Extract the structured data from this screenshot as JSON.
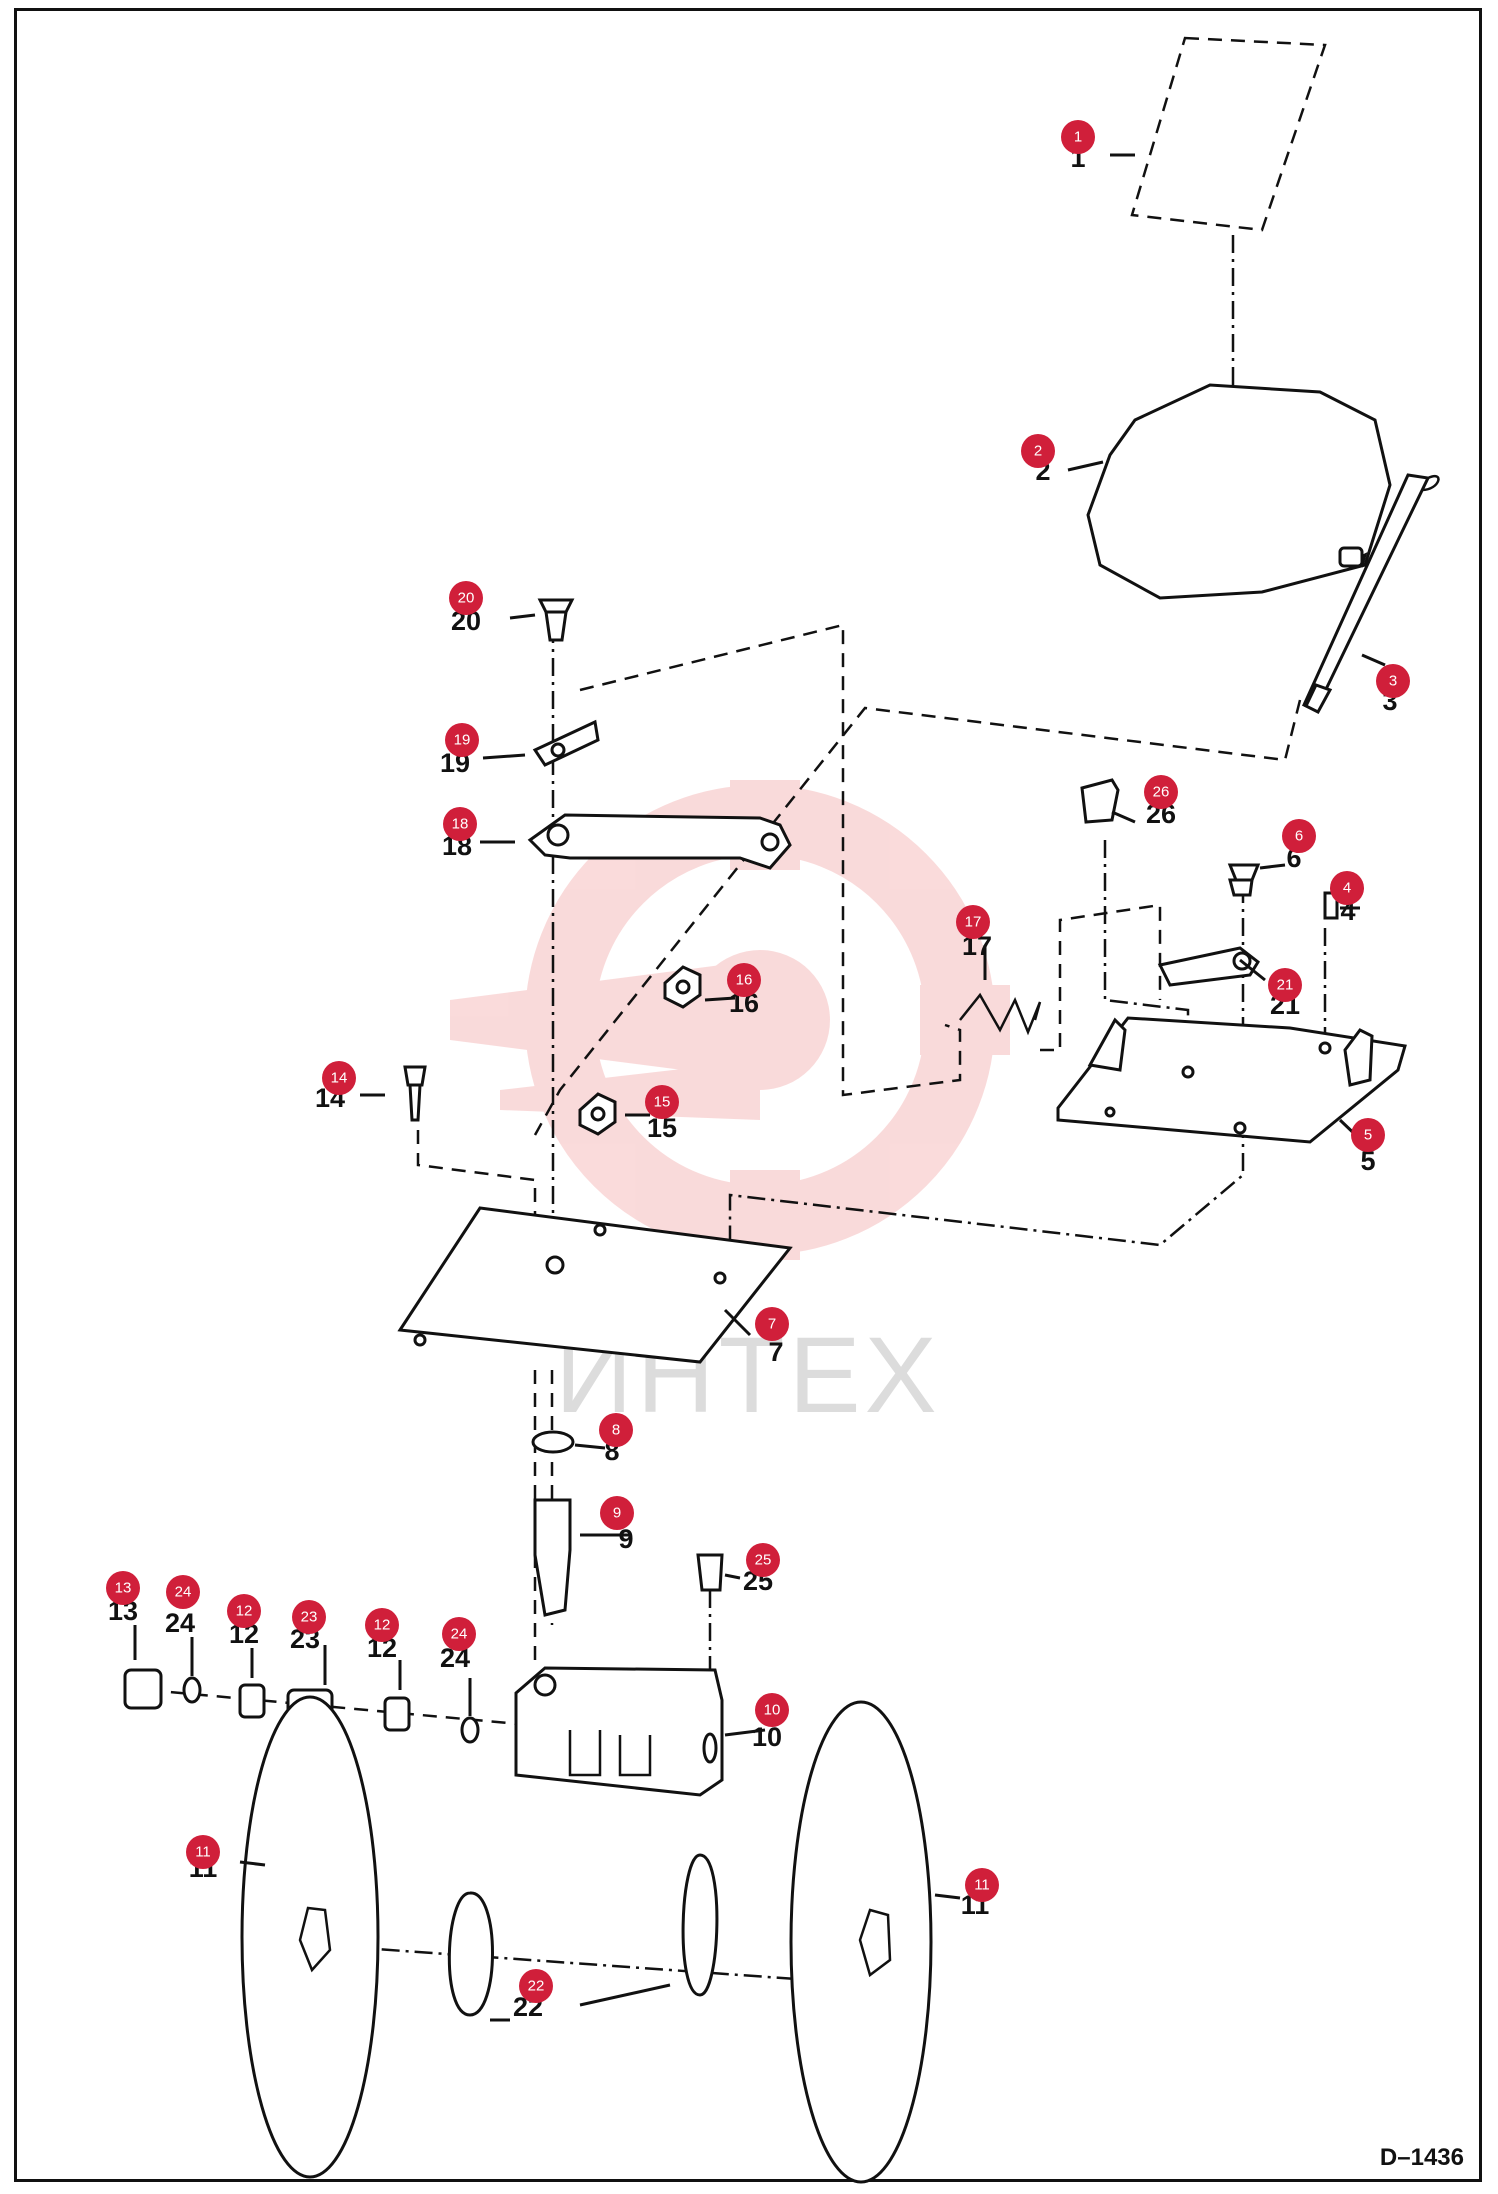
{
  "diagram": {
    "watermark": "ИНТЕХ",
    "code": "D–1436",
    "callouts": [
      {
        "id": "1"
      },
      {
        "id": "2"
      },
      {
        "id": "3"
      },
      {
        "id": "4"
      },
      {
        "id": "5"
      },
      {
        "id": "6"
      },
      {
        "id": "7"
      },
      {
        "id": "8"
      },
      {
        "id": "9"
      },
      {
        "id": "10"
      },
      {
        "id": "11a",
        "label": "11"
      },
      {
        "id": "11b",
        "label": "11"
      },
      {
        "id": "12a",
        "label": "12"
      },
      {
        "id": "12b",
        "label": "12"
      },
      {
        "id": "13"
      },
      {
        "id": "14"
      },
      {
        "id": "15"
      },
      {
        "id": "16"
      },
      {
        "id": "17"
      },
      {
        "id": "18"
      },
      {
        "id": "19"
      },
      {
        "id": "20"
      },
      {
        "id": "21"
      },
      {
        "id": "22"
      },
      {
        "id": "23"
      },
      {
        "id": "24a",
        "label": "24"
      },
      {
        "id": "24b",
        "label": "24"
      },
      {
        "id": "25"
      },
      {
        "id": "26"
      }
    ]
  }
}
